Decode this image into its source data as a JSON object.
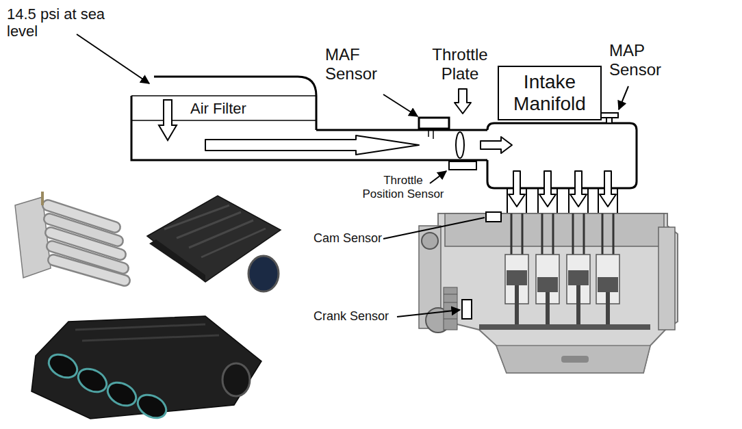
{
  "diagram": {
    "nodes": [
      {
        "text": [
          "Air Filter"
        ]
      },
      {
        "text": [
          "Intake Manifold"
        ]
      }
    ],
    "labels": [
      "14.5 psi at sea level",
      "MAF Sensor",
      "Throttle Plate",
      "MAP Sensor",
      "Throttle Position Sensor",
      "Cam Sensor",
      "Crank Sensor"
    ]
  }
}
